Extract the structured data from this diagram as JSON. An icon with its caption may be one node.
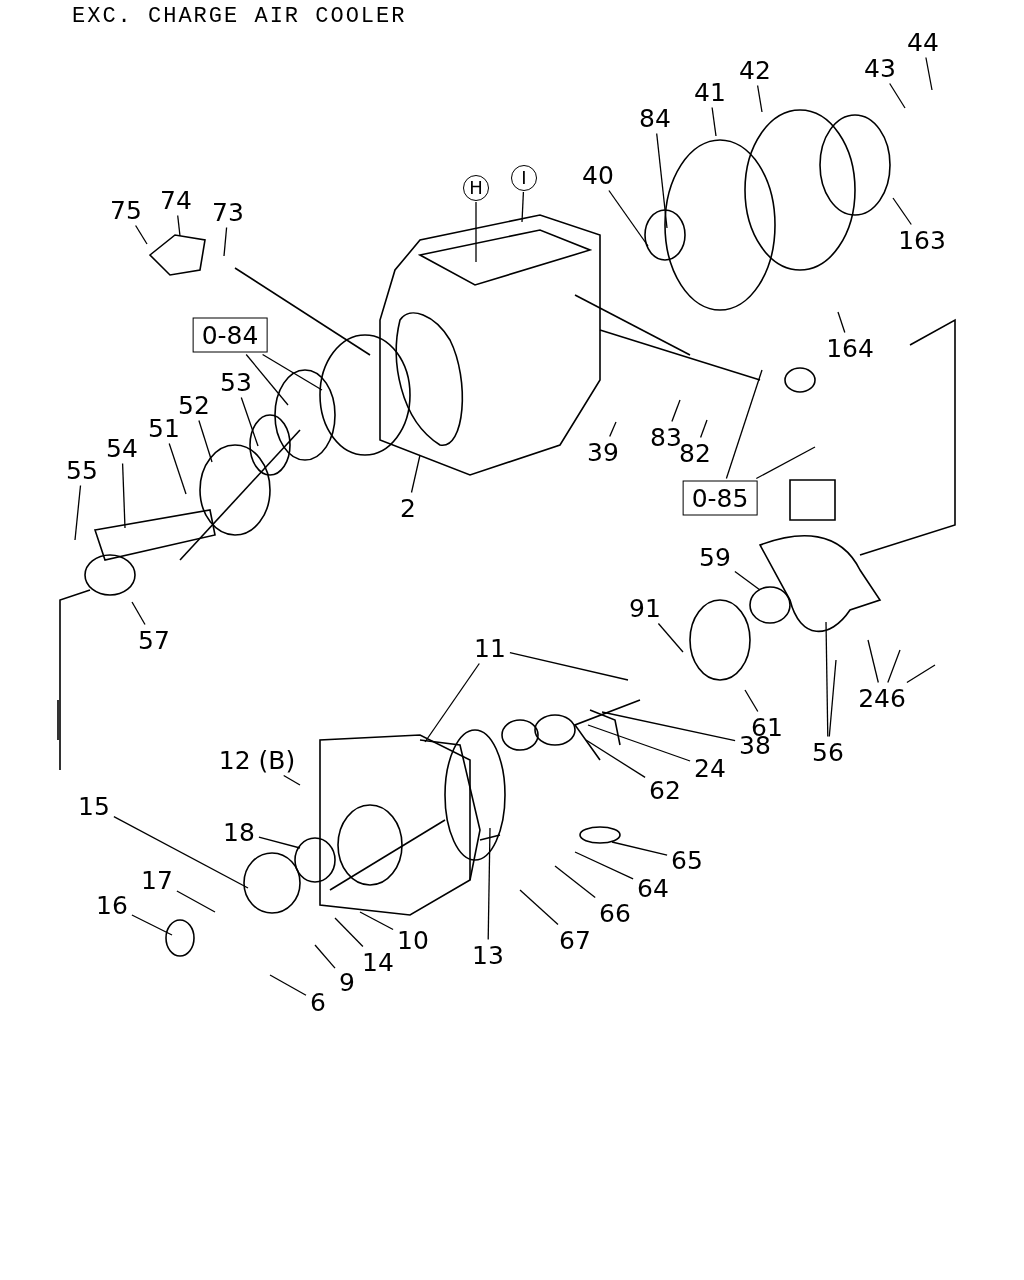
{
  "diagram": {
    "title": "EXC. CHARGE AIR COOLER",
    "nodes": [
      {
        "text": [
          "H"
        ]
      },
      {
        "text": [
          "I"
        ]
      },
      {
        "text": [
          "75"
        ]
      },
      {
        "text": [
          "74"
        ]
      },
      {
        "text": [
          "73"
        ]
      },
      {
        "text": [
          "0-84"
        ]
      },
      {
        "text": [
          "53"
        ]
      },
      {
        "text": [
          "52"
        ]
      },
      {
        "text": [
          "51"
        ]
      },
      {
        "text": [
          "54"
        ]
      },
      {
        "text": [
          "55"
        ]
      },
      {
        "text": [
          "57"
        ]
      },
      {
        "text": [
          "2"
        ]
      },
      {
        "text": [
          "84"
        ]
      },
      {
        "text": [
          "41"
        ]
      },
      {
        "text": [
          "42"
        ]
      },
      {
        "text": [
          "40"
        ]
      },
      {
        "text": [
          "43"
        ]
      },
      {
        "text": [
          "44"
        ]
      },
      {
        "text": [
          "163"
        ]
      },
      {
        "text": [
          "164"
        ]
      },
      {
        "text": [
          "39"
        ]
      },
      {
        "text": [
          "83"
        ]
      },
      {
        "text": [
          "82"
        ]
      },
      {
        "text": [
          "0-85"
        ]
      },
      {
        "text": [
          "59"
        ]
      },
      {
        "text": [
          "91"
        ]
      },
      {
        "text": [
          "61"
        ]
      },
      {
        "text": [
          "11"
        ]
      },
      {
        "text": [
          "38"
        ]
      },
      {
        "text": [
          "24"
        ]
      },
      {
        "text": [
          "62"
        ]
      },
      {
        "text": [
          "246"
        ]
      },
      {
        "text": [
          "56"
        ]
      },
      {
        "text": [
          "12 (B)"
        ]
      },
      {
        "text": [
          "15"
        ]
      },
      {
        "text": [
          "18"
        ]
      },
      {
        "text": [
          "17"
        ]
      },
      {
        "text": [
          "16"
        ]
      },
      {
        "text": [
          "14"
        ]
      },
      {
        "text": [
          "10"
        ]
      },
      {
        "text": [
          "9"
        ]
      },
      {
        "text": [
          "6"
        ]
      },
      {
        "text": [
          "13"
        ]
      },
      {
        "text": [
          "65"
        ]
      },
      {
        "text": [
          "64"
        ]
      },
      {
        "text": [
          "66"
        ]
      },
      {
        "text": [
          "67"
        ]
      }
    ],
    "edges": [
      {
        "from": 0,
        "to": null,
        "arrow": "none"
      },
      {
        "from": 1,
        "to": null,
        "arrow": "none"
      },
      {
        "from": 2,
        "to": null,
        "arrow": "none"
      },
      {
        "from": 3,
        "to": null,
        "arrow": "none"
      },
      {
        "from": 4,
        "to": null,
        "arrow": "none"
      },
      {
        "from": 5,
        "to": null,
        "arrow": "none"
      },
      {
        "from": 5,
        "to": null,
        "arrow": "none"
      },
      {
        "from": 6,
        "to": null,
        "arrow": "none"
      },
      {
        "from": 7,
        "to": null,
        "arrow": "none"
      },
      {
        "from": 8,
        "to": null,
        "arrow": "none"
      },
      {
        "from": 9,
        "to": null,
        "arrow": "none"
      },
      {
        "from": 10,
        "to": null,
        "arrow": "none"
      },
      {
        "from": 11,
        "to": null,
        "arrow": "none"
      },
      {
        "from": 12,
        "to": null,
        "arrow": "none"
      },
      {
        "from": 13,
        "to": null,
        "arrow": "none"
      },
      {
        "from": 14,
        "to": null,
        "arrow": "none"
      },
      {
        "from": 15,
        "to": null,
        "arrow": "none"
      },
      {
        "from": 16,
        "to": null,
        "arrow": "none"
      },
      {
        "from": 17,
        "to": null,
        "arrow": "none"
      },
      {
        "from": 18,
        "to": null,
        "arrow": "none"
      },
      {
        "from": 19,
        "to": null,
        "arrow": "none"
      },
      {
        "from": 20,
        "to": null,
        "arrow": "none"
      },
      {
        "from": 21,
        "to": null,
        "arrow": "none"
      },
      {
        "from": 22,
        "to": null,
        "arrow": "none"
      },
      {
        "from": 23,
        "to": null,
        "arrow": "none"
      },
      {
        "from": 24,
        "to": null,
        "arrow": "none"
      },
      {
        "from": 24,
        "to": null,
        "arrow": "none"
      },
      {
        "from": 25,
        "to": null,
        "arrow": "none"
      },
      {
        "from": 26,
        "to": null,
        "arrow": "none"
      },
      {
        "from": 27,
        "to": null,
        "arrow": "none"
      },
      {
        "from": 28,
        "to": null,
        "arrow": "none"
      },
      {
        "from": 28,
        "to": null,
        "arrow": "none"
      },
      {
        "from": 29,
        "to": null,
        "arrow": "none"
      },
      {
        "from": 30,
        "to": null,
        "arrow": "none"
      },
      {
        "from": 31,
        "to": null,
        "arrow": "none"
      },
      {
        "from": 32,
        "to": null,
        "arrow": "none"
      },
      {
        "from": 32,
        "to": null,
        "arrow": "none"
      },
      {
        "from": 32,
        "to": null,
        "arrow": "none"
      },
      {
        "from": 33,
        "to": null,
        "arrow": "none"
      },
      {
        "from": 33,
        "to": null,
        "arrow": "none"
      },
      {
        "from": 34,
        "to": null,
        "arrow": "none"
      },
      {
        "from": 35,
        "to": null,
        "arrow": "none"
      },
      {
        "from": 36,
        "to": null,
        "arrow": "none"
      },
      {
        "from": 37,
        "to": null,
        "arrow": "none"
      },
      {
        "from": 38,
        "to": null,
        "arrow": "none"
      },
      {
        "from": 39,
        "to": null,
        "arrow": "none"
      },
      {
        "from": 40,
        "to": null,
        "arrow": "none"
      },
      {
        "from": 41,
        "to": null,
        "arrow": "none"
      },
      {
        "from": 42,
        "to": null,
        "arrow": "none"
      },
      {
        "from": 43,
        "to": null,
        "arrow": "none"
      },
      {
        "from": 44,
        "to": null,
        "arrow": "none"
      },
      {
        "from": 45,
        "to": null,
        "arrow": "none"
      },
      {
        "from": 46,
        "to": null,
        "arrow": "none"
      },
      {
        "from": 47,
        "to": null,
        "arrow": "none"
      }
    ]
  }
}
